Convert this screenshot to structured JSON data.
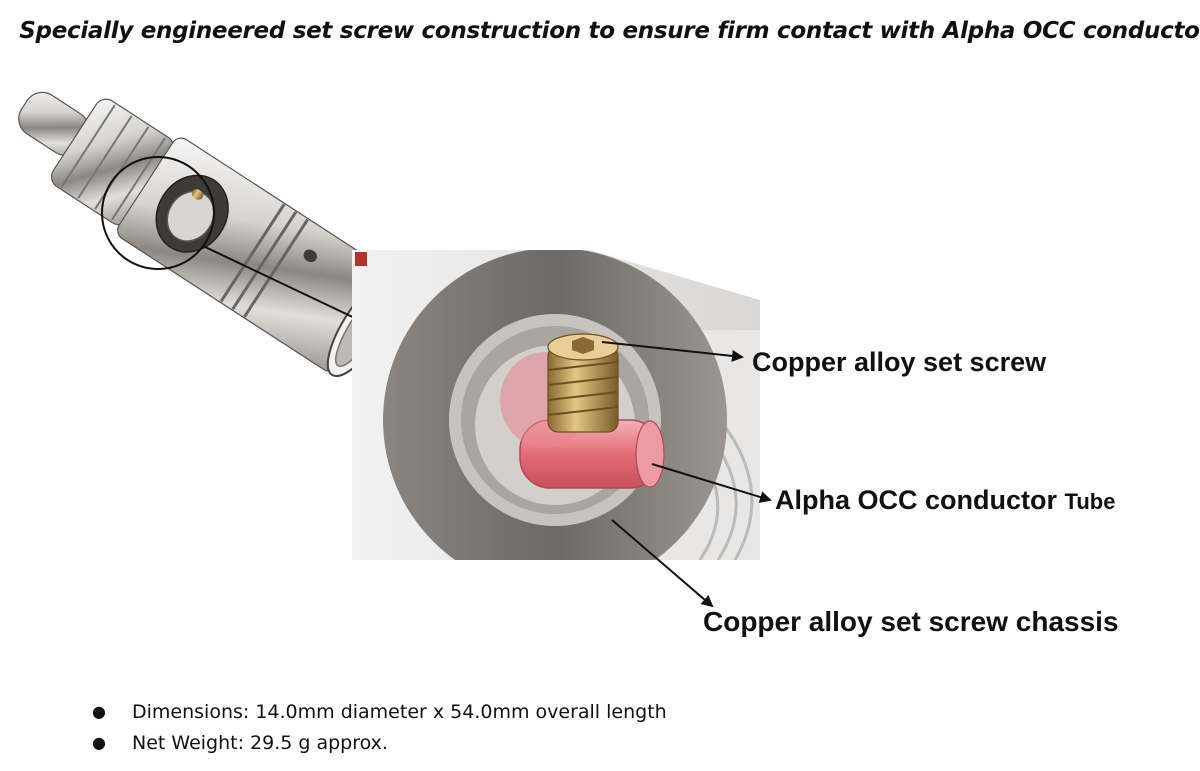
{
  "headline": "Specially engineered set screw construction to ensure firm contact with Alpha OCC conductor",
  "callouts": {
    "set_screw": "Copper alloy set screw",
    "conductor_main": "Alpha OCC conductor",
    "conductor_suffix": "Tube",
    "chassis": "Copper alloy set screw chassis"
  },
  "specs": [
    "Dimensions: 14.0mm diameter x 54.0mm overall length",
    "Net Weight: 29.5 g approx."
  ],
  "colors": {
    "metal_light": "#eeeeee",
    "metal_dark": "#7b7773",
    "brass": "#c9a25a",
    "conductor": "#e8848e",
    "frame_gray": "#757170"
  }
}
